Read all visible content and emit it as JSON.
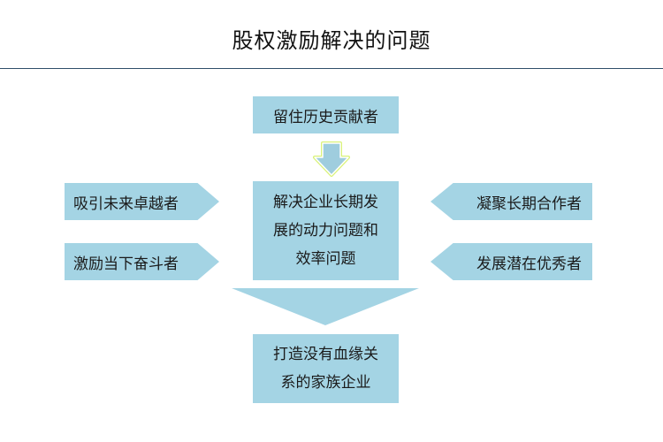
{
  "title": "股权激励解决的问题",
  "nodes": {
    "top": "留住历史贡献者",
    "center": [
      "解决企业长期发",
      "展的动力问题和",
      "效率问题"
    ],
    "left_top": "吸引未来卓越者",
    "left_bottom": "激励当下奋斗者",
    "right_top": "凝聚长期合作者",
    "right_bottom": "发展潜在优秀者",
    "result": [
      "打造没有血缘关",
      "系的家族企业"
    ]
  },
  "colors": {
    "box_fill": "#a4d4e4",
    "small_arrow_fill": "#9fcdde",
    "small_arrow_glow": "#d9f27a",
    "title_rule": "#2f4f6a"
  }
}
